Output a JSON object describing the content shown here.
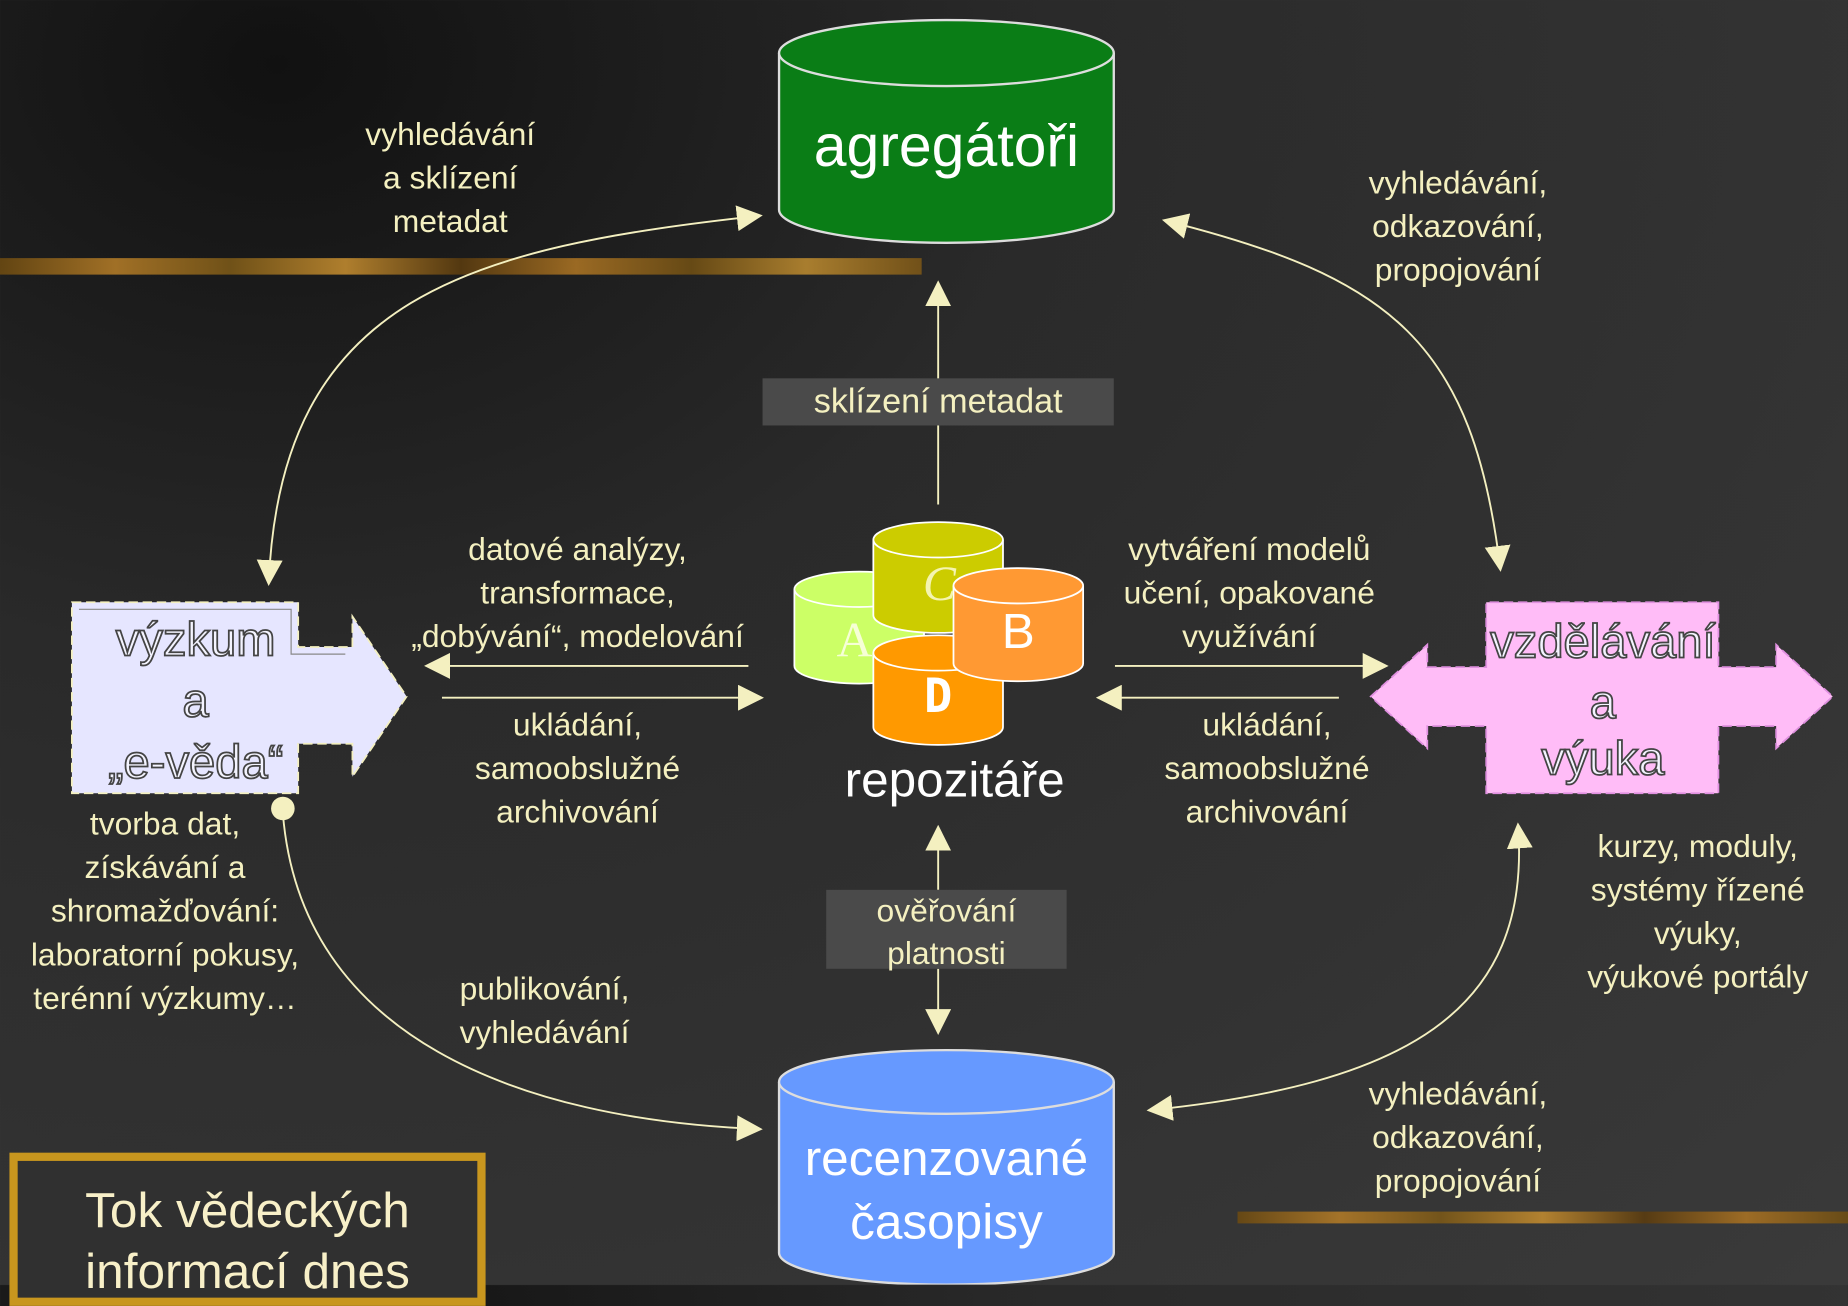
{
  "nodes": {
    "aggregators": "agregátoři",
    "repositories": "repozitáře",
    "journals_line1": "recenzované",
    "journals_line2": "časopisy",
    "research_line1": "výzkum",
    "research_line2": "a",
    "research_line3": "„e-věda“",
    "education_line1": "vzdělávání",
    "education_line2": "a",
    "education_line3": "výuka"
  },
  "repo_letters": {
    "a": "A",
    "b": "B",
    "c": "C",
    "d": "D"
  },
  "labels": {
    "search_harvest": [
      "vyhledávání",
      "a sklízení",
      "metadat"
    ],
    "search_link_top": [
      "vyhledávání,",
      "odkazování,",
      "propojování"
    ],
    "metadata_harvest": "sklízení metadat",
    "data_analysis": [
      "datové analýzy,",
      "transformace,",
      "„dobývání“, modelování"
    ],
    "self_archive_left": [
      "ukládání,",
      "samoobslužné",
      "archivování"
    ],
    "learning_models": [
      "vytváření modelů",
      "učení, opakované",
      "využívání"
    ],
    "self_archive_right": [
      "ukládání,",
      "samoobslužné",
      "archivování"
    ],
    "data_creation": [
      "tvorba dat,",
      "získávání a",
      "shromažďování:",
      "laboratorní pokusy,",
      "terénní výzkumy…"
    ],
    "courses": [
      "kurzy, moduly,",
      "systémy řízené",
      "výuky,",
      "výukové portály"
    ],
    "validation": [
      "ověřování",
      "platnosti"
    ],
    "publishing": [
      "publikování,",
      "vyhledávání"
    ],
    "search_link_bottom": [
      "vyhledávání,",
      "odkazování,",
      "propojování"
    ]
  },
  "title": [
    "Tok vědeckých",
    "informací dnes"
  ],
  "colors": {
    "aggregators": "#0a7d16",
    "journals": "#6699ff",
    "research": "#e6e6ff",
    "education": "#ffbcf7",
    "arrow": "#f4f0c0",
    "title_border": "#c8961e",
    "repo_a": "#ccff66",
    "repo_b": "#ff9933",
    "repo_c": "#cccc00",
    "repo_d": "#ff9900"
  }
}
